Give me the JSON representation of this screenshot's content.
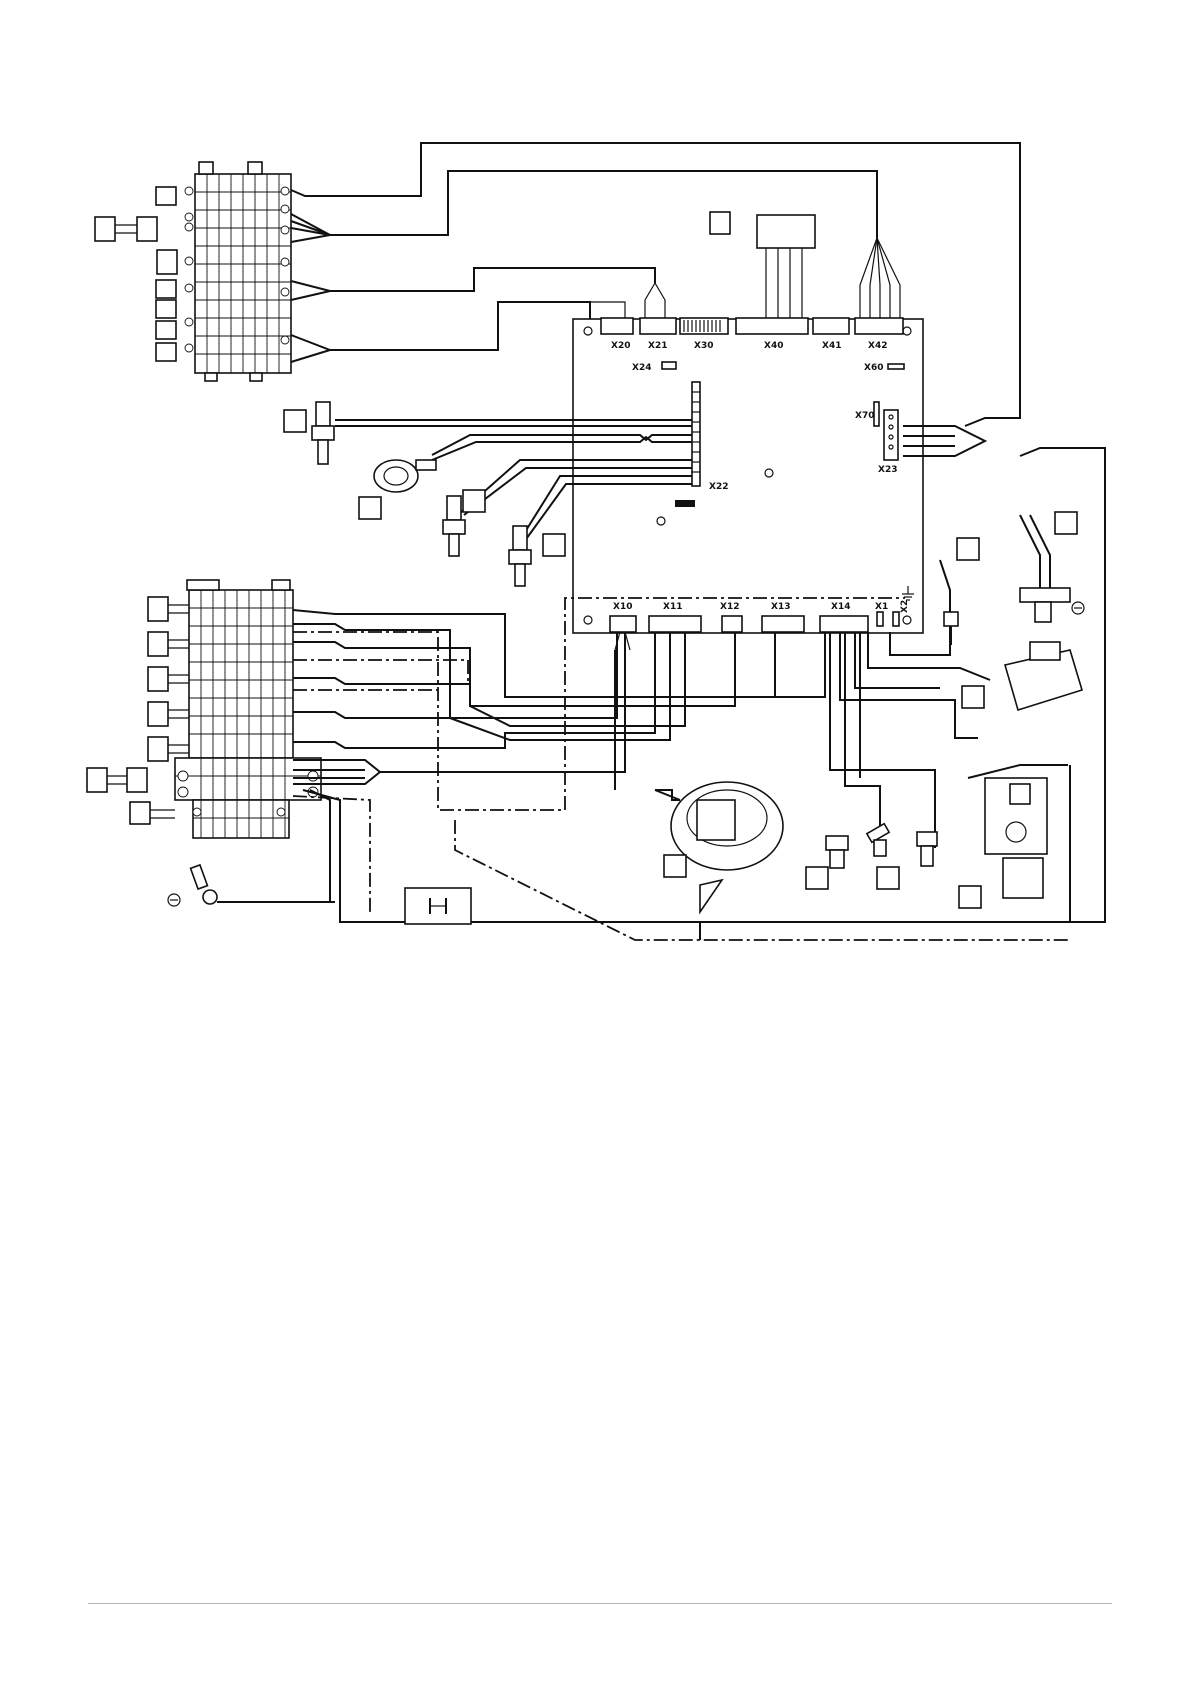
{
  "board": {
    "connectors_top": [
      "X20",
      "X21",
      "X30",
      "X40",
      "X41",
      "X42"
    ],
    "connectors_bottom": [
      "X10",
      "X11",
      "X12",
      "X13",
      "X14",
      "X1",
      "X2"
    ],
    "x24": "X24",
    "x60": "X60",
    "x70": "X70",
    "x23": "X23",
    "x22": "X22"
  }
}
